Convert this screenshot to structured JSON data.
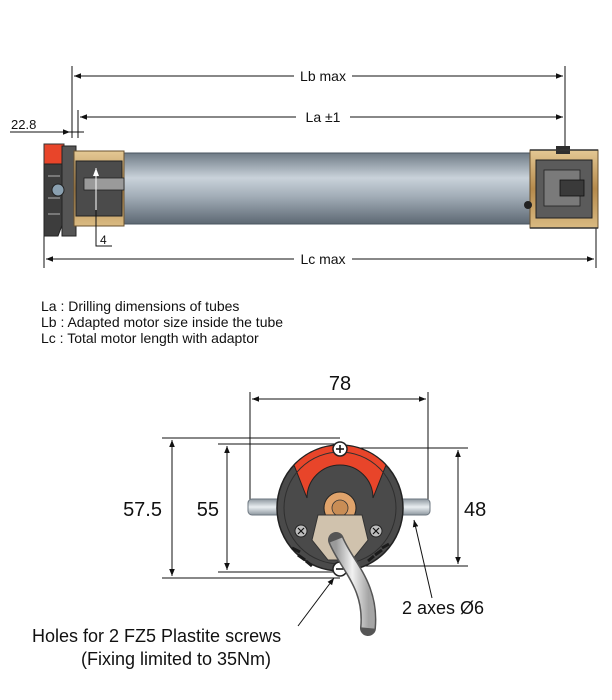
{
  "side_view": {
    "labels": {
      "lb": "Lb max",
      "la": "La ±1",
      "lc": "Lc max",
      "offset": "22.8",
      "callout": "4"
    }
  },
  "legend": [
    "La : Drilling dimensions of tubes",
    "Lb : Adapted motor size inside the tube",
    "Lc : Total motor length with adaptor"
  ],
  "end_view": {
    "labels": {
      "width": "78",
      "outer_height": "57.5",
      "inner_height": "55",
      "axis_height": "48",
      "axes": "2 axes Ø6",
      "holes_line1": "Holes for 2 FZ5 Plastite screws",
      "holes_line2": "(Fixing limited to 35Nm)"
    }
  },
  "colors": {
    "head_red": "#e8452a",
    "body_dark": "#4a4a4a",
    "tube_grey": "#9ba7b1",
    "bronze": "#c8a46a"
  }
}
